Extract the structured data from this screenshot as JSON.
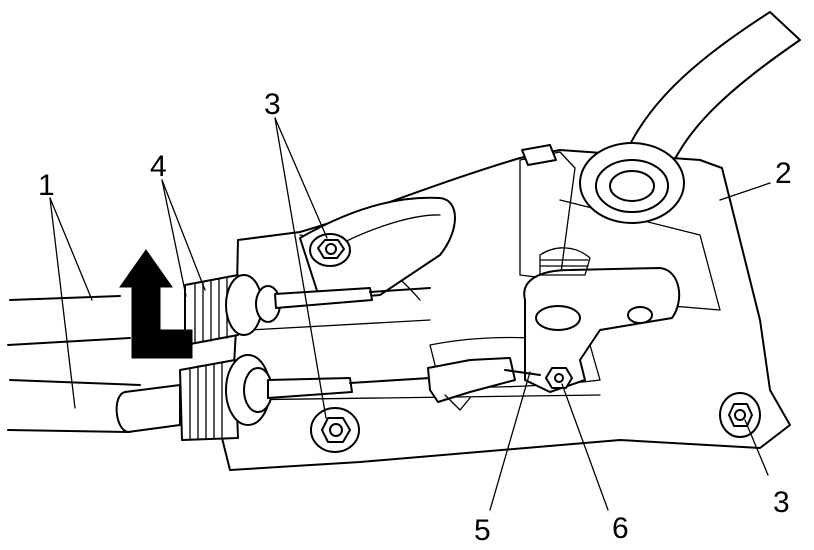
{
  "callouts": {
    "c1": "1",
    "c2": "2",
    "c3_top": "3",
    "c3_right": "3",
    "c4": "4",
    "c5": "5",
    "c6": "6"
  },
  "arrow": {
    "direction": "up",
    "color": "#000000"
  }
}
